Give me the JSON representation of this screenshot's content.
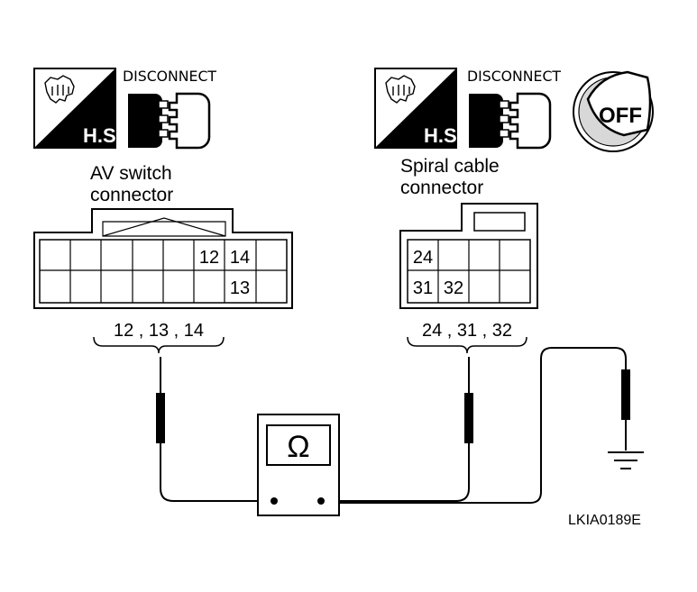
{
  "left": {
    "icon_label": "H.S.",
    "disconnect_label": "DISCONNECT",
    "connector_title_line1": "AV switch",
    "connector_title_line2": "connector",
    "pins_top": [
      "12",
      "14"
    ],
    "pins_bottom": [
      "13"
    ],
    "pin_caption": "12 , 13 , 14"
  },
  "right": {
    "icon_label": "H.S.",
    "disconnect_label": "DISCONNECT",
    "ignition_label": "OFF",
    "connector_title_line1": "Spiral cable",
    "connector_title_line2": "connector",
    "pins": [
      "24",
      "31",
      "32"
    ],
    "pin_caption": "24 , 31 , 32"
  },
  "meter": {
    "symbol": "Ω"
  },
  "figure_id": "LKIA0189E",
  "icons": [
    "hands-icon",
    "disconnect-connector-icon",
    "ignition-off-icon",
    "ohmmeter-icon",
    "ground-icon",
    "probe-icon"
  ]
}
